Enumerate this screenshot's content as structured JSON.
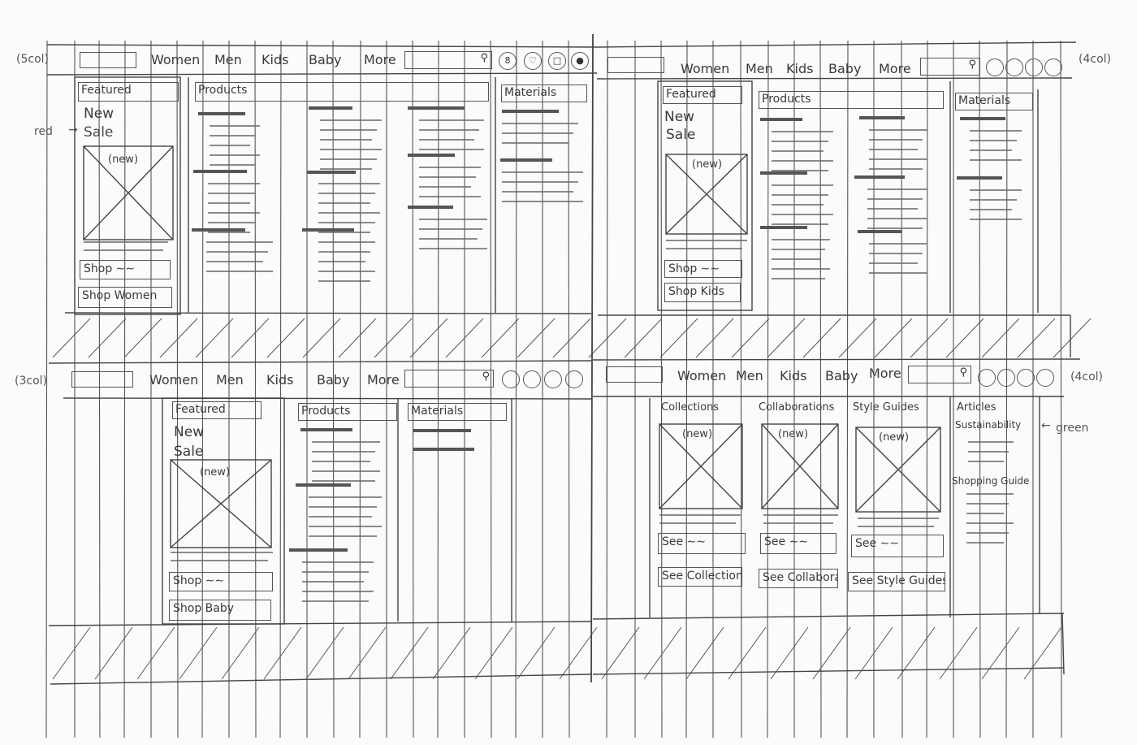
{
  "nav": {
    "women": "Women",
    "men": "Men",
    "kids": "Kids",
    "baby": "Baby",
    "more": "More"
  },
  "grid_notes": {
    "five_col": "(5col)",
    "four_col": "(4col)",
    "three_col": "(3col)"
  },
  "annotations": {
    "red": "red",
    "green": "green"
  },
  "menu": {
    "featured": "Featured",
    "products": "Products",
    "materials": "Materials",
    "new": "New",
    "sale": "Sale",
    "image_tag": "(new)"
  },
  "women_panel": {
    "shop_link": "Shop",
    "shop_all": "Shop Women"
  },
  "kids_panel": {
    "shop_link": "Shop",
    "shop_all": "Shop Kids"
  },
  "baby_panel": {
    "shop_link": "Shop",
    "shop_all": "Shop Baby"
  },
  "more_panel": {
    "collections": "Collections",
    "collaborations": "Collaborations",
    "style_guides": "Style Guides",
    "articles": "Articles",
    "sustainability": "Sustainability",
    "shopping_guide": "Shopping Guide",
    "see_link": "See",
    "see_collection": "See Collection",
    "see_collaborations": "See Collaborations",
    "see_style_guides": "See Style Guides"
  },
  "icons": [
    "search-icon",
    "account-icon",
    "heart-icon",
    "bag-icon",
    "location-icon"
  ]
}
